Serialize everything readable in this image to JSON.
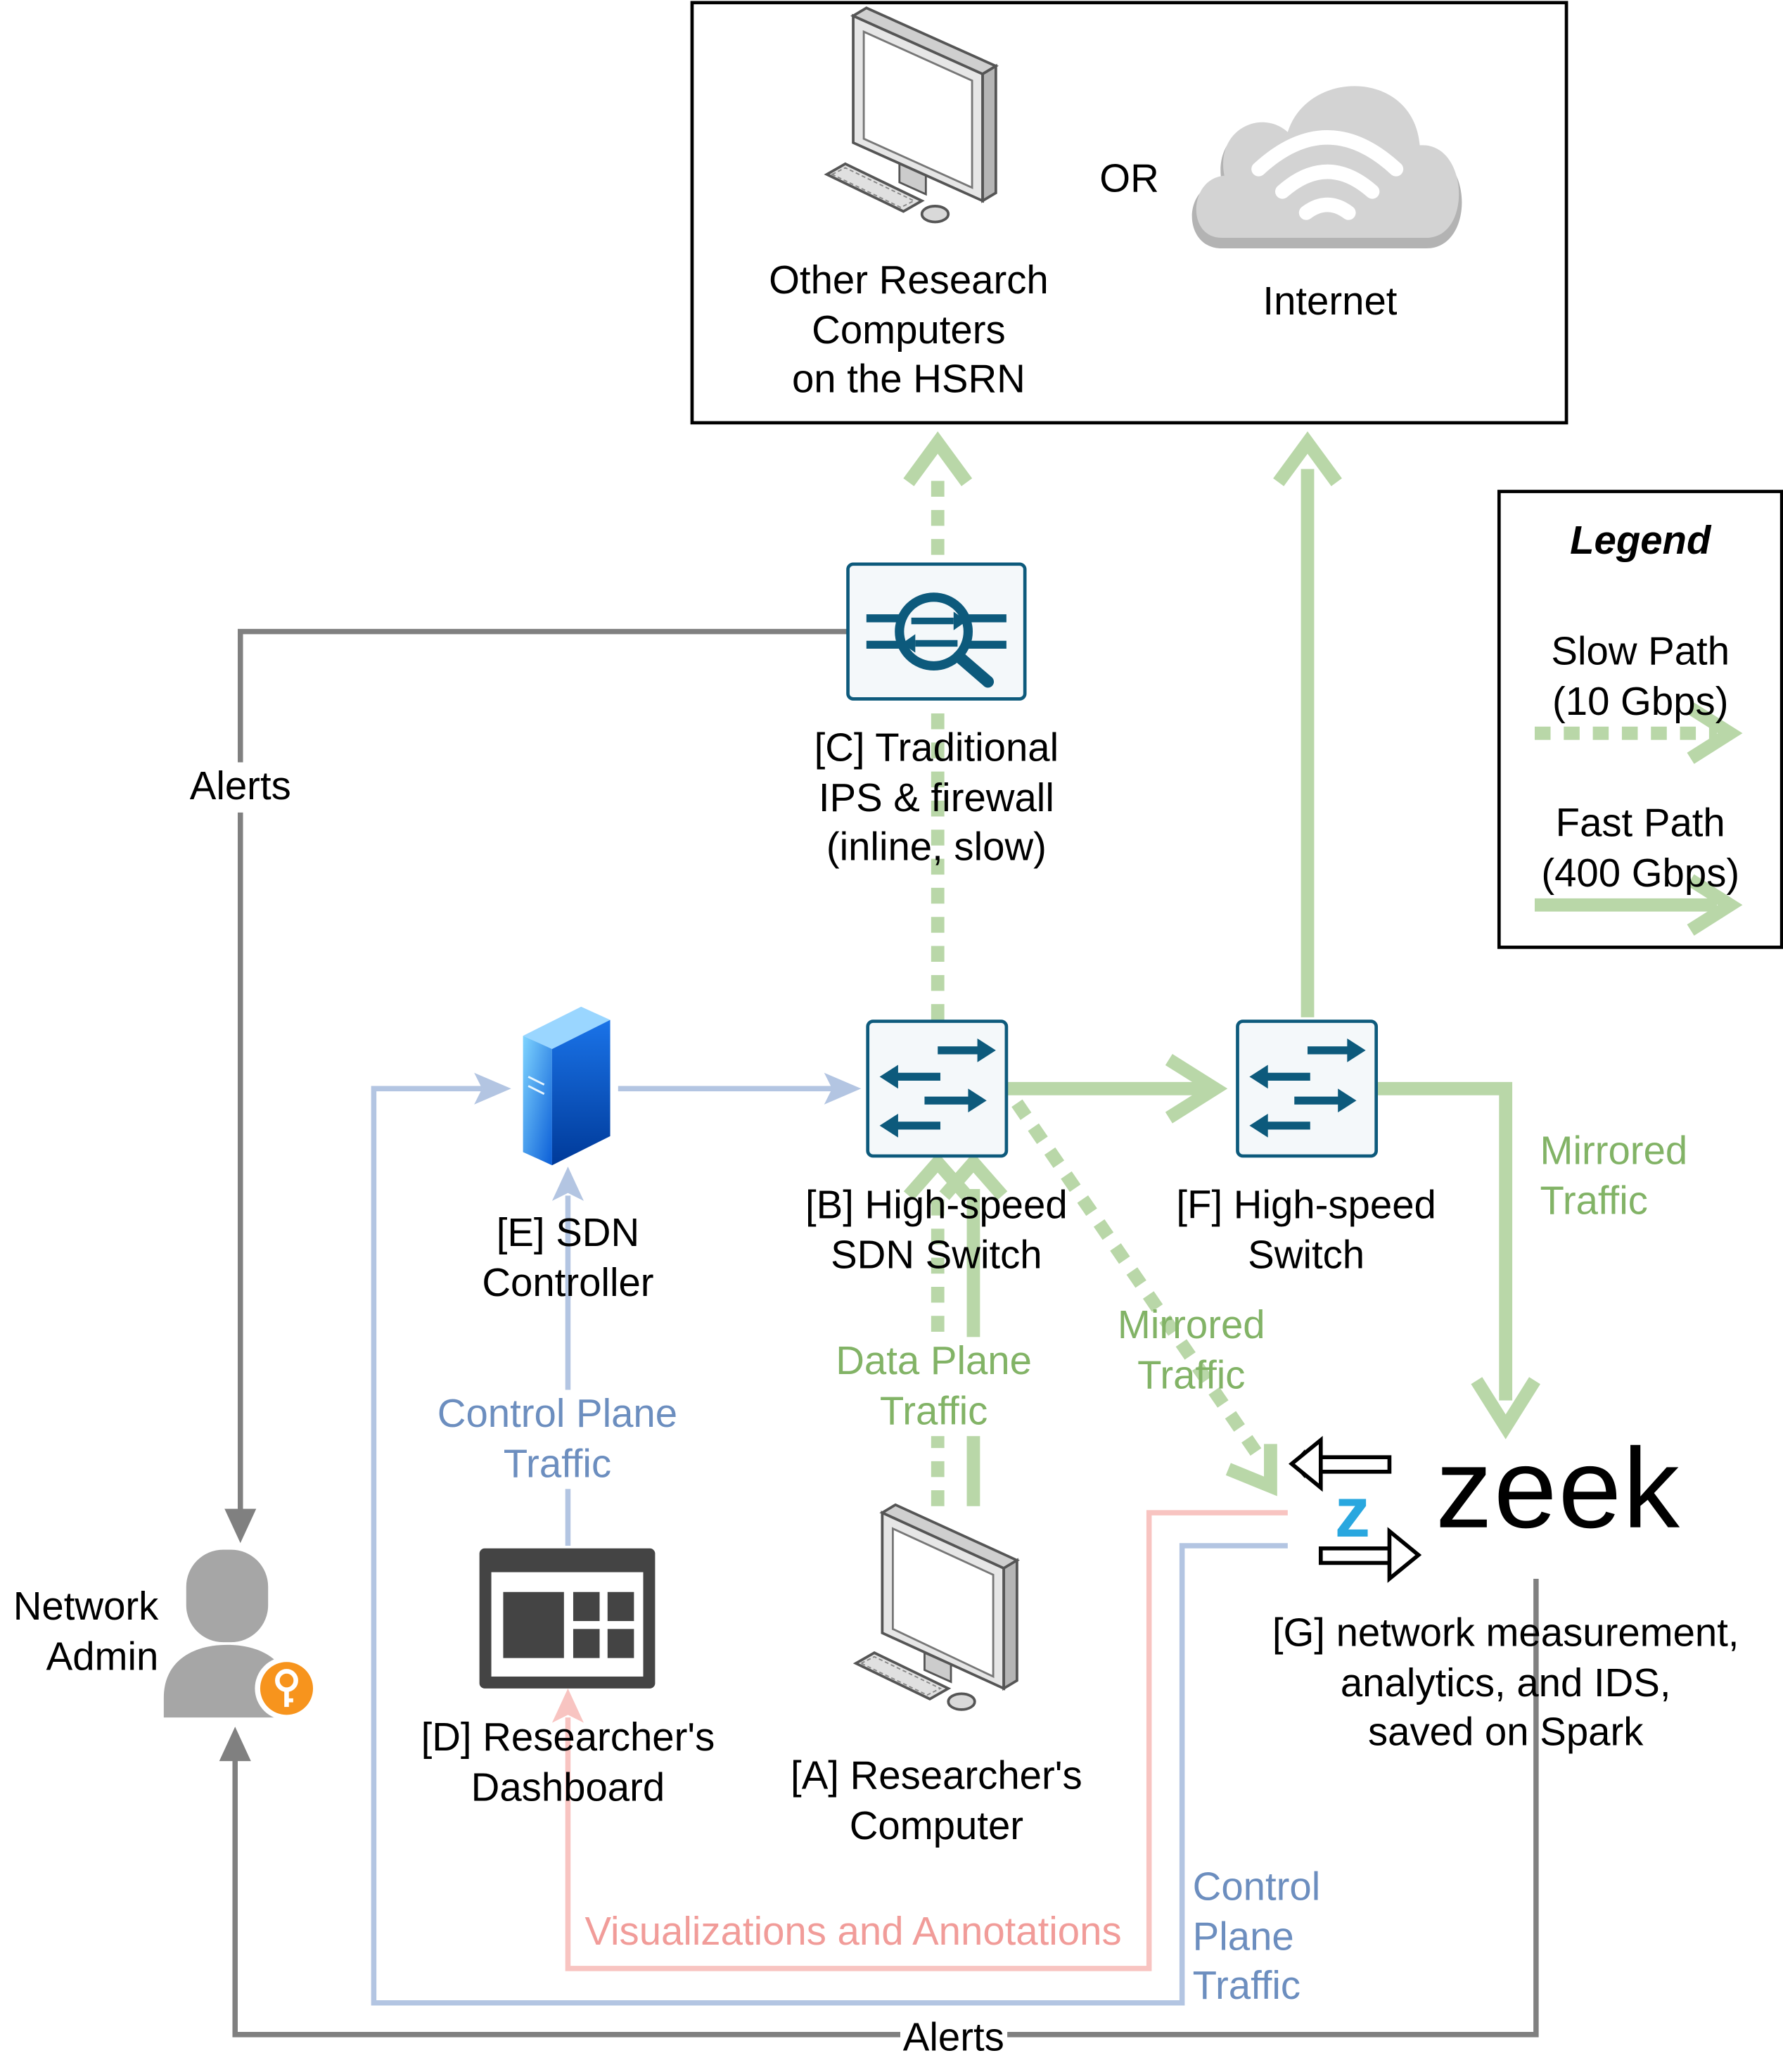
{
  "top_box": {
    "research_computers": "Other Research\nComputers\non the HSRN",
    "or": "OR",
    "internet": "Internet"
  },
  "nodes": {
    "ips": "[C] Traditional\nIPS & firewall\n(inline, slow)",
    "sdn_switch": "[B] High-speed\nSDN Switch",
    "hs_switch": "[F] High-speed\nSwitch",
    "sdn_controller": "[E] SDN\nController",
    "dashboard": "[D] Researcher's\nDashboard",
    "researcher_computer": "[A] Researcher's\nComputer",
    "zeek_caption": "[G] network measurement,\nanalytics, and IDS,\nsaved on Spark",
    "zeek_wordmark": "zeek",
    "admin": "Network\nAdmin"
  },
  "edge_labels": {
    "alerts_left": "Alerts",
    "alerts_bottom": "Alerts",
    "data_plane": "Data Plane\nTraffic",
    "control_plane_left": "Control Plane\nTraffic",
    "control_plane_bottom": "Control\nPlane\nTraffic",
    "mirrored_center": "Mirrored\nTraffic",
    "mirrored_right": "Mirrored\nTraffic",
    "visualizations": "Visualizations and Annotations"
  },
  "legend": {
    "title": "Legend",
    "slow_path": "Slow Path\n(10 Gbps)",
    "fast_path": "Fast Path\n(400 Gbps)"
  },
  "colors": {
    "green": "#82b366",
    "green_line": "#b9d7a8",
    "blue": "#6c8ebf",
    "blue_line": "#b3c5e2",
    "pink": "#f19c99",
    "pink_line": "#f8c4c1",
    "gray": "#808080",
    "icon_blue": "#0d5a7c"
  }
}
